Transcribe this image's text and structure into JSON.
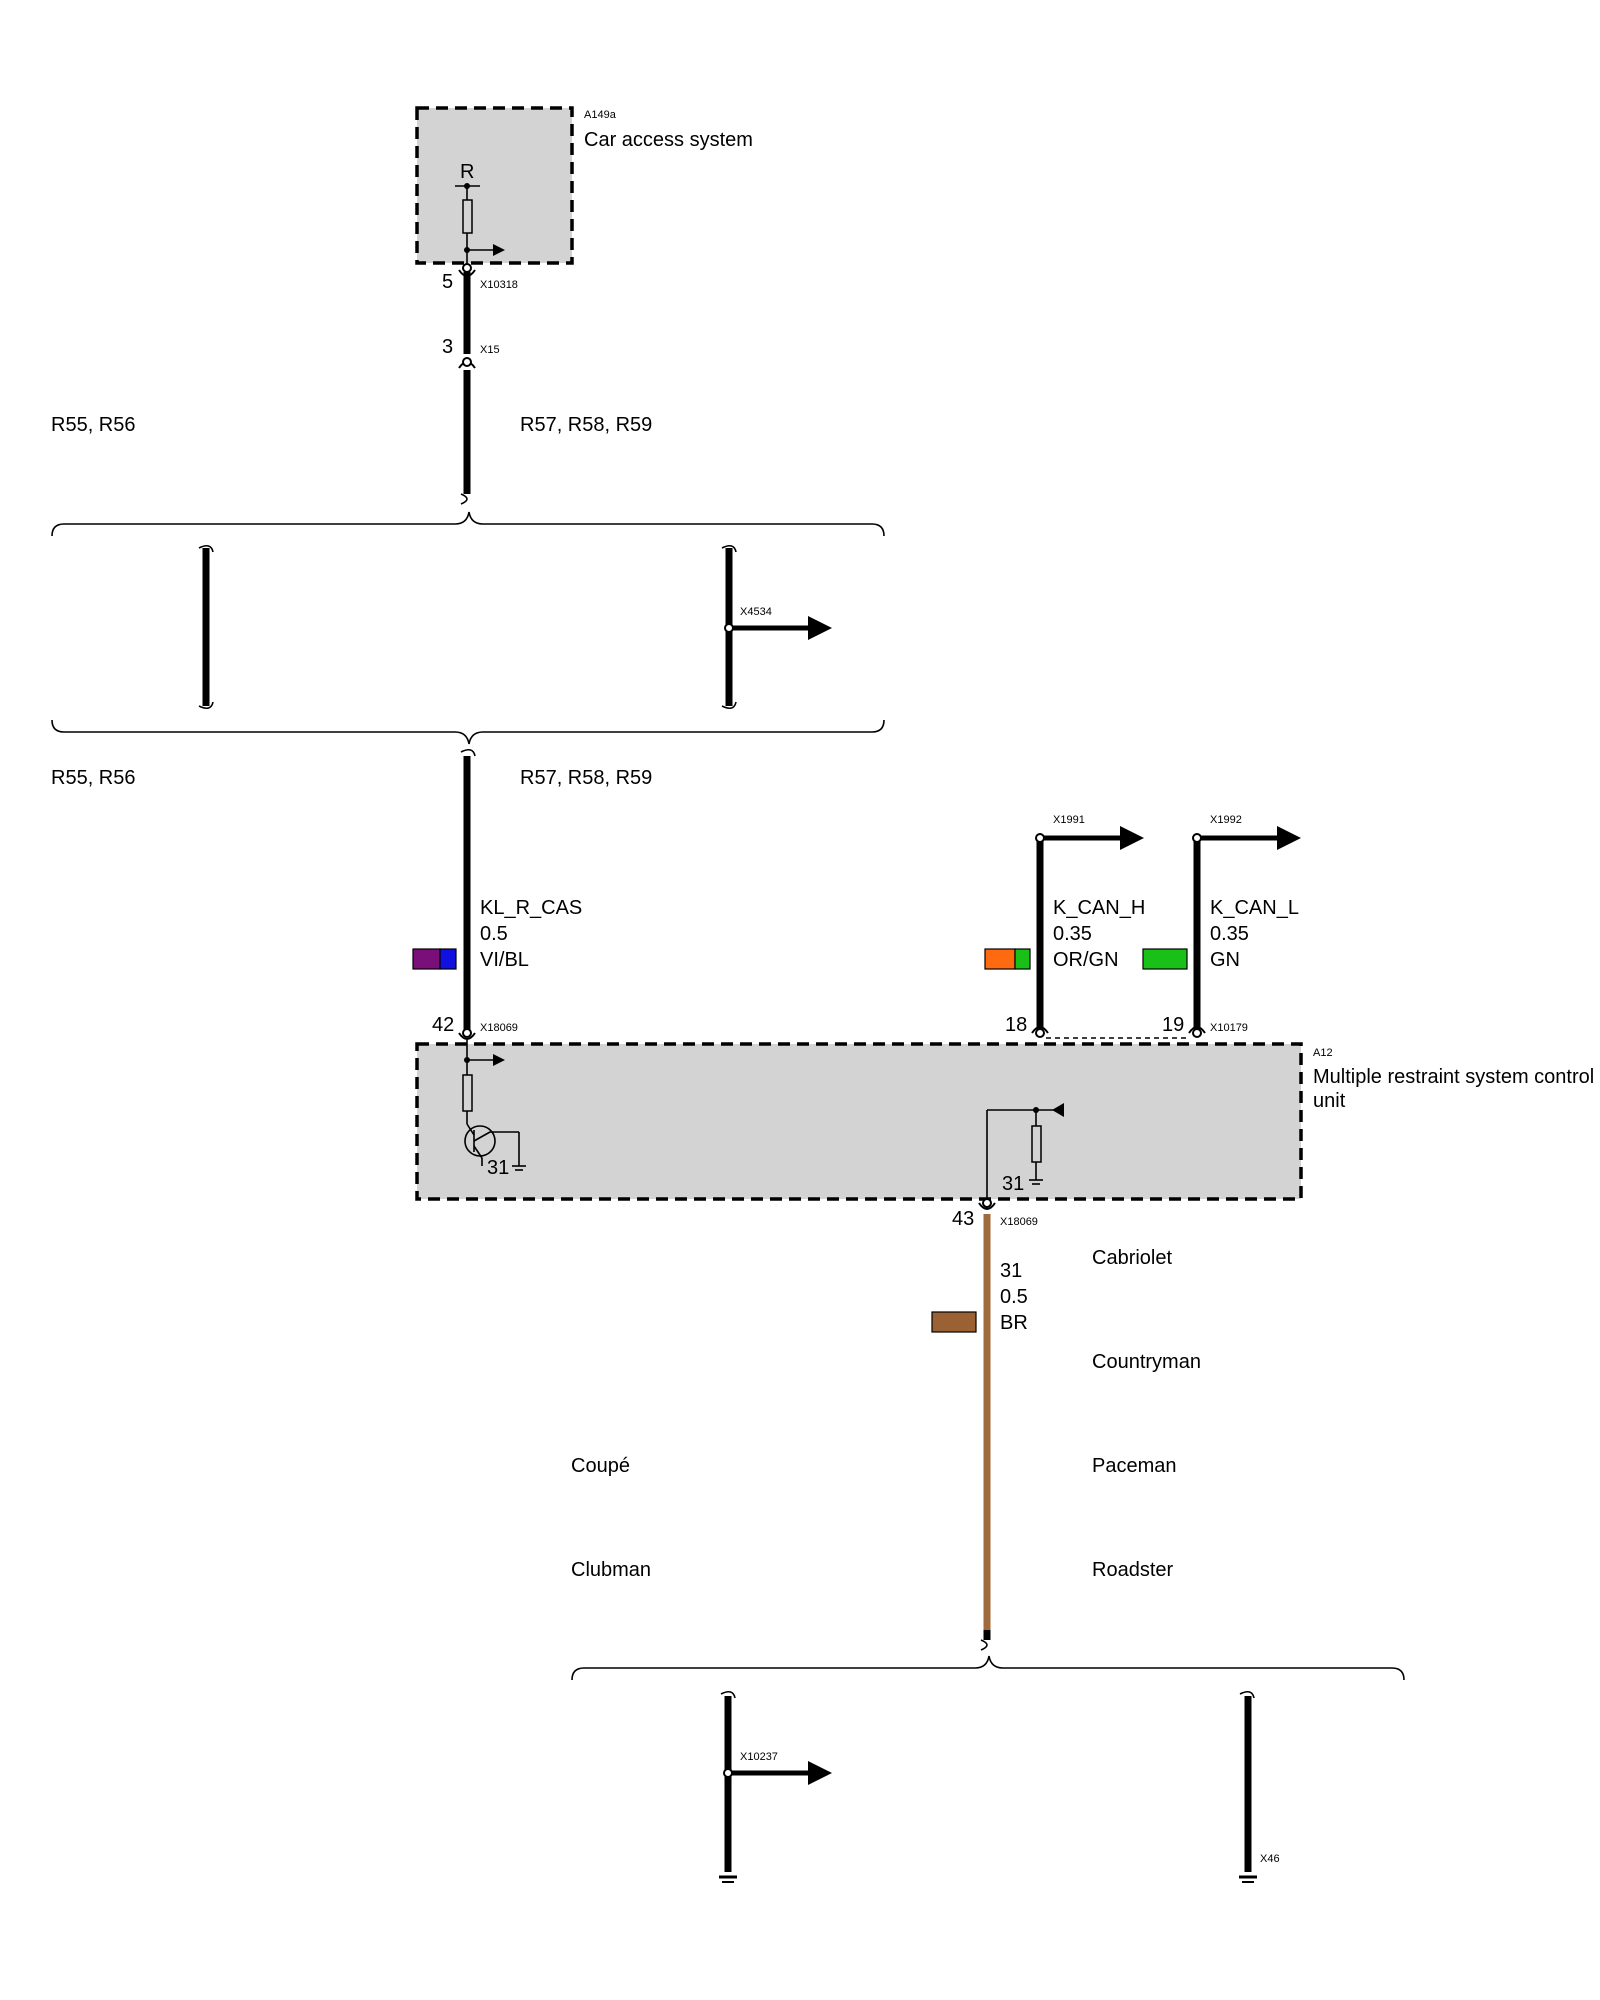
{
  "components": {
    "cas": {
      "ref": "A149a",
      "name": "Car access system",
      "internal_label": "R"
    },
    "mrs": {
      "ref": "A12",
      "name_line1": "Multiple restraint system control",
      "name_line2": "unit",
      "ground_left": "31",
      "ground_right": "31"
    }
  },
  "connectors": {
    "x10318": {
      "id": "X10318",
      "pin": "5"
    },
    "x15": {
      "id": "X15",
      "pin": "3"
    },
    "x4534": {
      "id": "X4534"
    },
    "x1991": {
      "id": "X1991"
    },
    "x1992": {
      "id": "X1992"
    },
    "x18069_a": {
      "id": "X18069",
      "pin": "42"
    },
    "x10179": {
      "id": "X10179",
      "pin_a": "18",
      "pin_b": "19"
    },
    "x18069_b": {
      "id": "X18069",
      "pin": "43"
    },
    "x10237": {
      "id": "X10237"
    },
    "x46": {
      "id": "X46"
    }
  },
  "variants": {
    "top_left": "R55, R56",
    "top_right": "R57, R58, R59",
    "mid_left": "R55, R56",
    "mid_right": "R57, R58, R59",
    "lower_left": [
      "Coupé",
      "Clubman"
    ],
    "lower_right": [
      "Cabriolet",
      "Countryman",
      "Paceman",
      "Roadster"
    ]
  },
  "wires": {
    "kl_r_cas": {
      "signal": "KL_R_CAS",
      "gauge": "0.5",
      "color_code": "VI/BL",
      "colors": [
        "#7a0f7a",
        "#1010e0"
      ]
    },
    "k_can_h": {
      "signal": "K_CAN_H",
      "gauge": "0.35",
      "color_code": "OR/GN",
      "colors": [
        "#ff6a10",
        "#18c018"
      ]
    },
    "k_can_l": {
      "signal": "K_CAN_L",
      "gauge": "0.35",
      "color_code": "GN",
      "colors": [
        "#18c018"
      ]
    },
    "ground": {
      "signal": "31",
      "gauge": "0.5",
      "color_code": "BR",
      "colors": [
        "#9a6234"
      ]
    }
  },
  "colors": {
    "box_fill": "#d3d3d3",
    "wire": "#000000",
    "ground_wire": "#a06a3a"
  }
}
